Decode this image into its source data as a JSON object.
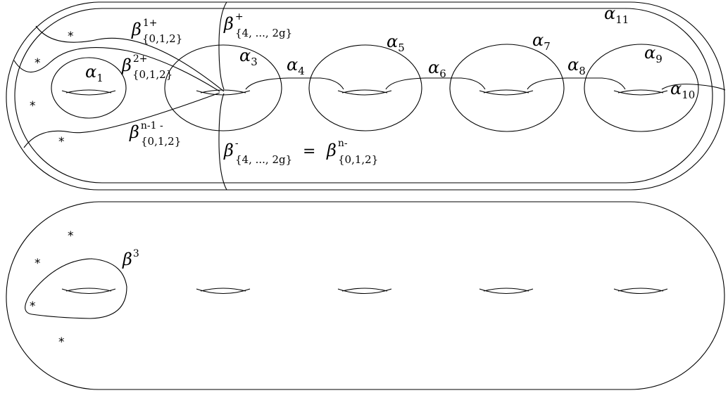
{
  "top_panel": {
    "alpha_1": {
      "sym": "α",
      "sub": "1"
    },
    "alpha_3": {
      "sym": "α",
      "sub": "3"
    },
    "alpha_4": {
      "sym": "α",
      "sub": "4"
    },
    "alpha_5": {
      "sym": "α",
      "sub": "5"
    },
    "alpha_6": {
      "sym": "α",
      "sub": "6"
    },
    "alpha_7": {
      "sym": "α",
      "sub": "7"
    },
    "alpha_8": {
      "sym": "α",
      "sub": "8"
    },
    "alpha_9": {
      "sym": "α",
      "sub": "9"
    },
    "alpha_10": {
      "sym": "α",
      "sub": "10"
    },
    "alpha_11": {
      "sym": "α",
      "sub": "11"
    },
    "beta_1plus": {
      "sym": "β",
      "sup": "1+",
      "sub": "{0,1,2}"
    },
    "beta_2plus": {
      "sym": "β",
      "sup": "2+",
      "sub": "{0,1,2}"
    },
    "beta_n1minus": {
      "sym": "β",
      "sup": "n-1 -",
      "sub": "{0,1,2}"
    },
    "beta_4_plus": {
      "sym": "β",
      "sup": "+",
      "sub": "{4, ..., 2g}"
    },
    "beta_4_minus": {
      "sym": "β",
      "sup": "-",
      "sub": "{4, ..., 2g}"
    },
    "equals": "=",
    "beta_nminus": {
      "sym": "β",
      "sup": "n-",
      "sub": "{0,1,2}"
    },
    "punctures": [
      "*",
      "*",
      "*",
      "*"
    ]
  },
  "bottom_panel": {
    "beta_3": {
      "sym": "β",
      "sup": "3"
    },
    "punctures": [
      "*",
      "*",
      "*",
      "*"
    ]
  }
}
